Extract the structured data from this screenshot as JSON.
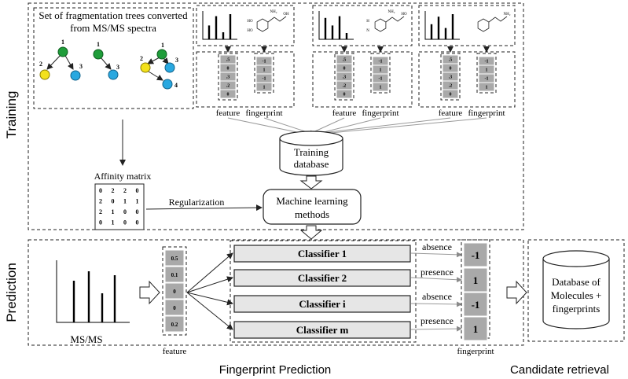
{
  "training": {
    "section_label": "Training",
    "trees_title_line1": "Set of fragmentation trees converted",
    "trees_title_line2": "from MS/MS spectra",
    "tree_nodes": [
      "1",
      "2",
      "3",
      "1",
      "3",
      "1",
      "2",
      "3",
      "4"
    ],
    "compounds": [
      {
        "feature_values": [
          ".5",
          "0",
          ".3",
          ".2",
          "0"
        ],
        "fingerprint_values": [
          "-1",
          "1",
          "-1",
          "1"
        ],
        "feature_label": "feature",
        "fingerprint_label": "fingerprint",
        "structure_labels": [
          "OH",
          "NH₂",
          "HO",
          "HO"
        ]
      },
      {
        "feature_values": [
          ".5",
          "0",
          ".3",
          ".2",
          "0"
        ],
        "fingerprint_values": [
          "-1",
          "1",
          "-1",
          "1"
        ],
        "feature_label": "feature",
        "fingerprint_label": "fingerprint",
        "structure_labels": [
          "HO",
          "NH₂",
          "N",
          "H"
        ]
      },
      {
        "feature_values": [
          ".5",
          "0",
          ".3",
          ".2",
          "0"
        ],
        "fingerprint_values": [
          "-1",
          "1",
          "-1",
          "1"
        ],
        "feature_label": "feature",
        "fingerprint_label": "fingerprint",
        "structure_labels": [
          "NH₂"
        ]
      }
    ],
    "database_line1": "Training",
    "database_line2": "database",
    "affinity_title": "Affinity matrix",
    "affinity_matrix": [
      [
        "0",
        "2",
        "2",
        "0"
      ],
      [
        "2",
        "0",
        "1",
        "1"
      ],
      [
        "2",
        "1",
        "0",
        "0"
      ],
      [
        "0",
        "1",
        "0",
        "0"
      ]
    ],
    "regularization_label": "Regularization",
    "ml_line1": "Machine learning",
    "ml_line2": "methods"
  },
  "prediction": {
    "section_label": "Prediction",
    "spectrum_label": "MS/MS",
    "feature_values": [
      "0.5",
      "0.1",
      "0",
      "0",
      "0.2"
    ],
    "feature_label": "feature",
    "classifiers": [
      "Classifier 1",
      "Classifier 2",
      "Classifier i",
      "Classifier m"
    ],
    "edge_labels": [
      "absence",
      "presence",
      "absence",
      "presence"
    ],
    "outputs": [
      "-1",
      "1",
      "-1",
      "1"
    ],
    "fingerprint_label": "fingerprint"
  },
  "retrieval": {
    "db_line1": "Database of",
    "db_line2": "Molecules +",
    "db_line3": "fingerprints"
  },
  "captions": {
    "fingerprint_prediction": "Fingerprint Prediction",
    "candidate_retrieval": "Candidate retrieval"
  }
}
